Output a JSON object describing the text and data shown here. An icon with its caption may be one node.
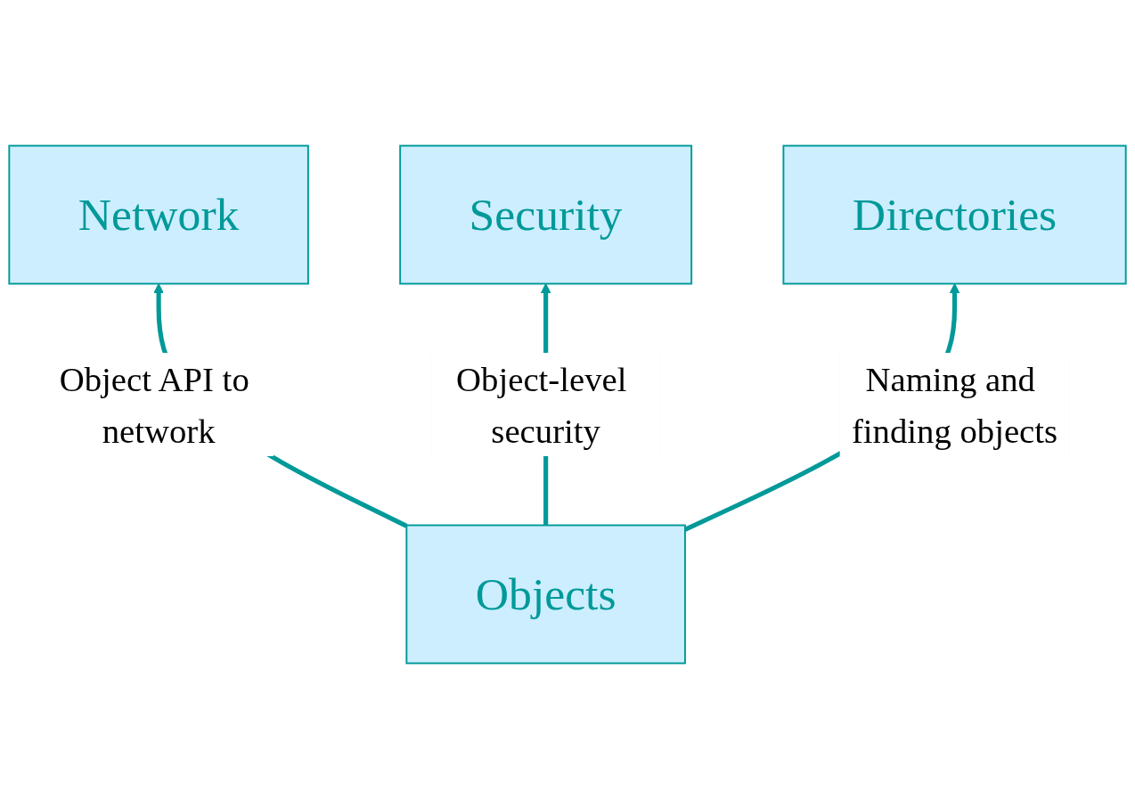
{
  "diagram": {
    "nodes": [
      {
        "text": [
          "Network"
        ]
      },
      {
        "text": [
          "Security"
        ]
      },
      {
        "text": [
          "Objects"
        ]
      },
      {
        "text": [
          "Directories"
        ]
      }
    ],
    "edges": [
      {
        "from": 2,
        "to": 0,
        "arrow": "to",
        "label": "Object API to network"
      },
      {
        "from": 2,
        "to": 1,
        "arrow": "to",
        "label": "Object-level security"
      },
      {
        "from": 2,
        "to": 3,
        "arrow": "to",
        "label": "Naming and finding objects"
      }
    ]
  }
}
